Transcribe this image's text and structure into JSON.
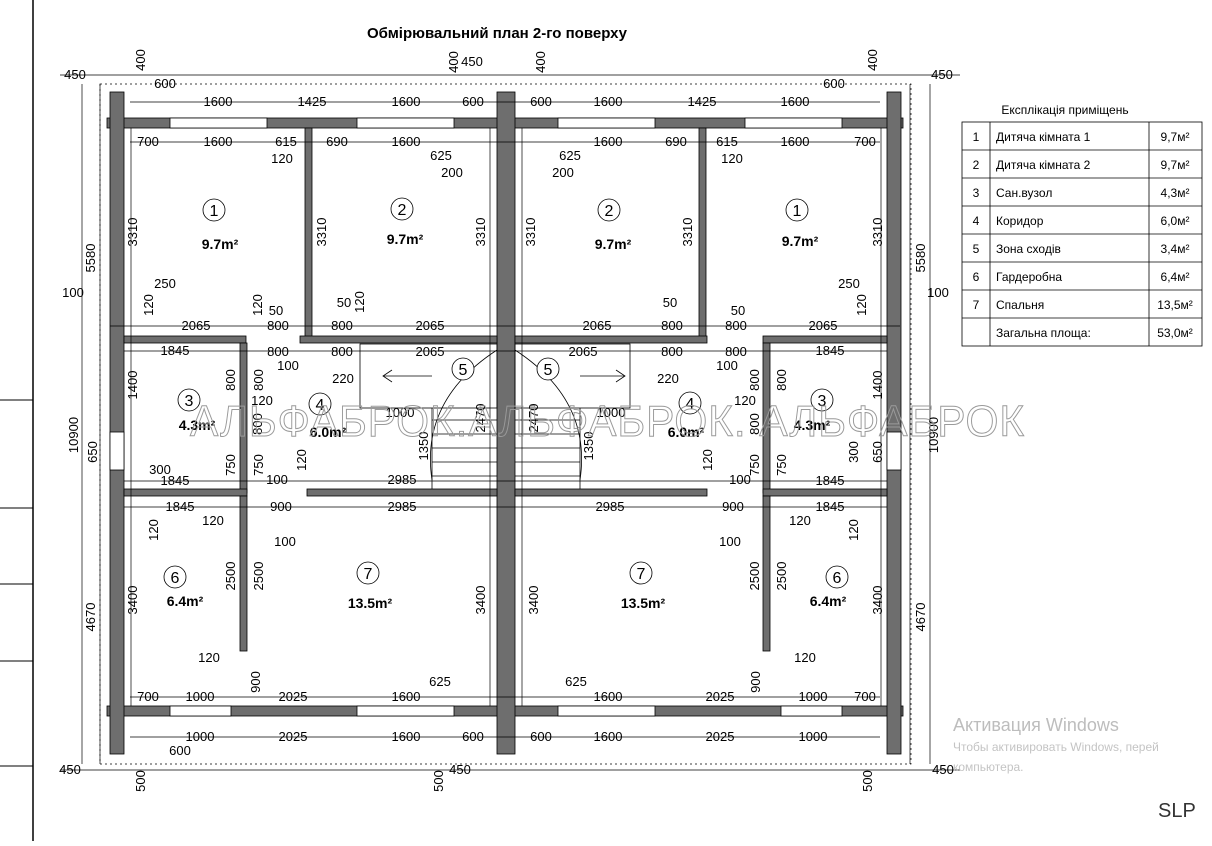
{
  "plan": {
    "title": "Обмірювальний план 2-го поверху",
    "watermark": "АЛЬФАБРОК.АЛЬФАБРОК. АЛЬФАБРОК",
    "logo": "SLP"
  },
  "rooms": [
    {
      "num": "1",
      "area": "9.7m²"
    },
    {
      "num": "2",
      "area": "9.7m²"
    },
    {
      "num": "2",
      "area": "9.7m²"
    },
    {
      "num": "1",
      "area": "9.7m²"
    },
    {
      "num": "3",
      "area": "4.3m²"
    },
    {
      "num": "4",
      "area": "6.0m²"
    },
    {
      "num": "5",
      "area": ""
    },
    {
      "num": "5",
      "area": ""
    },
    {
      "num": "4",
      "area": "6.0m²"
    },
    {
      "num": "3",
      "area": "4.3m²"
    },
    {
      "num": "6",
      "area": "6.4m²"
    },
    {
      "num": "7",
      "area": "13.5m²"
    },
    {
      "num": "7",
      "area": "13.5m²"
    },
    {
      "num": "6",
      "area": "6.4m²"
    }
  ],
  "dims": {
    "top_outer": [
      "450",
      "400",
      "600",
      "1600",
      "1425",
      "1600",
      "600",
      "400",
      "450",
      "400",
      "600",
      "1600",
      "1425",
      "1600",
      "600",
      "400",
      "450"
    ],
    "top_inner": [
      "700",
      "1600",
      "615",
      "690",
      "1600",
      "625",
      "200",
      "120",
      "625",
      "200",
      "1600",
      "690",
      "615",
      "1600",
      "700",
      "120"
    ],
    "mid1": [
      "100",
      "250",
      "120",
      "2065",
      "120",
      "50",
      "800",
      "50",
      "800",
      "120",
      "2065",
      "2065",
      "800",
      "50",
      "800",
      "50",
      "2065",
      "250",
      "120",
      "100"
    ],
    "mid2": [
      "1845",
      "800",
      "800",
      "2065",
      "220",
      "2065",
      "800",
      "800",
      "220",
      "1845",
      "1000",
      "100",
      "100",
      "1000"
    ],
    "mid3": [
      "120",
      "120",
      "1400",
      "800",
      "800",
      "1350",
      "2470",
      "2470",
      "1350",
      "800",
      "800",
      "1400",
      "800",
      "800"
    ],
    "mid4": [
      "650",
      "300",
      "1845",
      "750",
      "750",
      "100",
      "120",
      "2985",
      "120",
      "100",
      "750",
      "750",
      "1845",
      "300",
      "650"
    ],
    "mid5": [
      "1845",
      "120",
      "100",
      "900",
      "2985",
      "2985",
      "900",
      "100",
      "120",
      "1845",
      "120",
      "120"
    ],
    "bottom_inner": [
      "3400",
      "2500",
      "2500",
      "3400",
      "3400",
      "2500",
      "2500",
      "3400",
      "120",
      "120",
      "900",
      "900",
      "625",
      "625"
    ],
    "bottom_outer": [
      "700",
      "1000",
      "2025",
      "1600",
      "1600",
      "2025",
      "1000",
      "700",
      "1000",
      "2025",
      "1600",
      "600",
      "600",
      "1600",
      "2025",
      "1000",
      "600",
      "450",
      "500",
      "450",
      "500",
      "450",
      "500"
    ],
    "side": [
      "5580",
      "10900",
      "4670",
      "3310",
      "3310",
      "3310",
      "3310",
      "3310",
      "3310",
      "5580",
      "10900",
      "4670"
    ]
  },
  "explication": {
    "title": "Експлікація приміщень",
    "rows": [
      {
        "n": "1",
        "name": "Дитяча кімната 1",
        "area": "9,7м²"
      },
      {
        "n": "2",
        "name": "Дитяча кімната 2",
        "area": "9,7м²"
      },
      {
        "n": "3",
        "name": "Сан.вузол",
        "area": "4,3м²"
      },
      {
        "n": "4",
        "name": "Коридор",
        "area": "6,0м²"
      },
      {
        "n": "5",
        "name": "Зона сходів",
        "area": "3,4м²"
      },
      {
        "n": "6",
        "name": "Гардеробна",
        "area": "6,4м²"
      },
      {
        "n": "7",
        "name": "Спальня",
        "area": "13,5м²"
      },
      {
        "n": "",
        "name": "Загальна площа:",
        "area": "53,0м²"
      }
    ]
  },
  "activation": {
    "title": "Активация Windows",
    "line1": "Чтобы активировать Windows, перей",
    "line2": "компьютера."
  },
  "colors": {
    "wall": "#6e6e6e",
    "line": "#000000",
    "watermark": "#9a9a9a"
  }
}
